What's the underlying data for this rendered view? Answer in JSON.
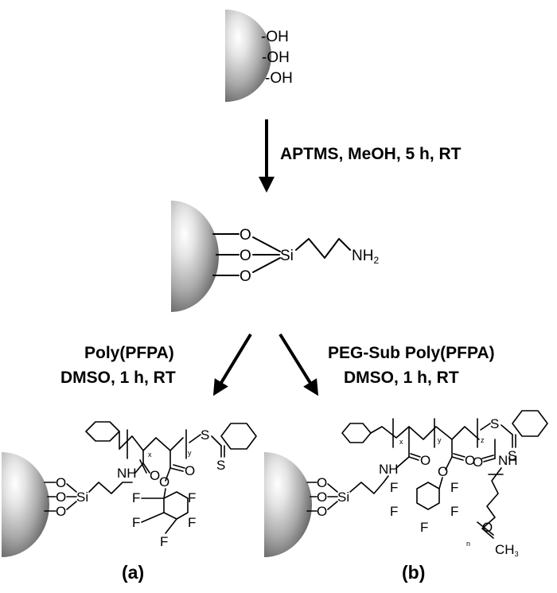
{
  "step1": {
    "conditions": "APTMS, MeOH, 5 h, RT"
  },
  "step2a": {
    "reagent": "Poly(PFPA)",
    "conditions": "DMSO, 1 h, RT"
  },
  "step2b": {
    "reagent": "PEG-Sub Poly(PFPA)",
    "conditions": "DMSO, 1 h, RT"
  },
  "top_particle": {
    "groups": [
      "-OH",
      "-OH",
      "-OH"
    ],
    "oh": "OH"
  },
  "mid_particle": {
    "o": "O",
    "si": "Si",
    "amine": "NH",
    "amine_sub": "2"
  },
  "product_a": {
    "label": "(a)",
    "o": "O",
    "si": "Si",
    "nh": "NH",
    "s": "S",
    "f": "F",
    "sub_x": "x",
    "sub_y": "y"
  },
  "product_b": {
    "label": "(b)",
    "o": "O",
    "si": "Si",
    "nh": "NH",
    "s": "S",
    "f": "F",
    "sub_x": "x",
    "sub_y": "y",
    "sub_z": "z",
    "sub_n": "n",
    "methyl": "CH",
    "methyl_sub": "3"
  },
  "colors": {
    "particle_light": "#ffffff",
    "particle_mid": "#bdbdbd",
    "particle_dark": "#5a5a5a"
  }
}
